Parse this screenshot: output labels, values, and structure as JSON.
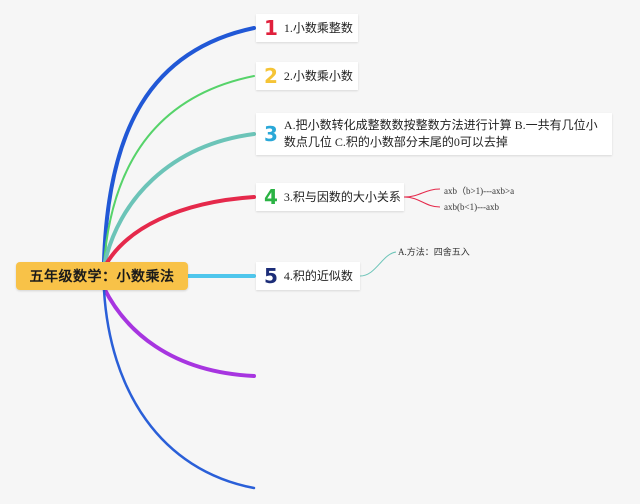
{
  "root": {
    "label": "五年级数学：小数乘法"
  },
  "colors": {
    "root_bg": "#f8c248",
    "branch_1": "#2158d6",
    "branch_2": "#56d36a",
    "branch_3": "#6cc4b8",
    "branch_4": "#e5294b",
    "branch_5": "#4fc6ec",
    "branch_6": "#a735e0",
    "branch_7": "#2a5fd8",
    "sub_4": "#e5294b",
    "sub_5": "#6cc4b8"
  },
  "branches": [
    {
      "number": "1",
      "number_color": "#e0203c",
      "text": "1.小数乘整数"
    },
    {
      "number": "2",
      "number_color": "#f5c436",
      "text": "2.小数乘小数"
    },
    {
      "number": "3",
      "number_color": "#2aa8d8",
      "text": "A.把小数转化成整数数按整数方法进行计算 B.一共有几位小数点几位 C.积的小数部分末尾的0可以去掉"
    },
    {
      "number": "4",
      "number_color": "#2bb344",
      "text": "3.积与因数的大小关系",
      "children": [
        "axb（b>1)---axb>a",
        "axb(b<1)---axb"
      ]
    },
    {
      "number": "5",
      "number_color": "#1c2d78",
      "text": "4.积的近似数",
      "children": [
        "A.方法：四舍五入"
      ]
    }
  ]
}
